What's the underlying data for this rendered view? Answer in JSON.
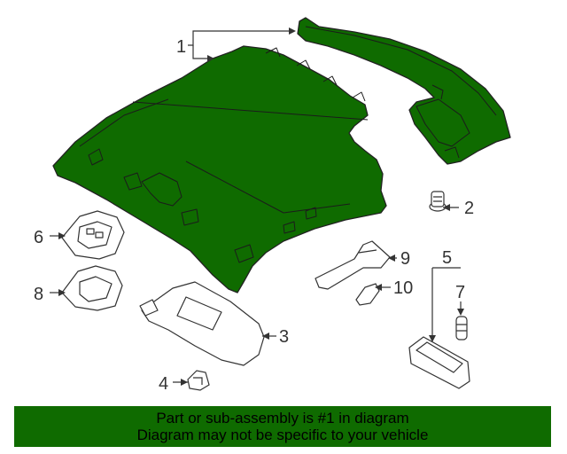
{
  "diagram": {
    "callouts": {
      "c1": "1",
      "c2": "2",
      "c3": "3",
      "c4": "4",
      "c5": "5",
      "c6": "6",
      "c7": "7",
      "c8": "8",
      "c9": "9",
      "c10": "10"
    },
    "highlight_color": "#0f6b00",
    "outline_color": "#333333"
  },
  "banner": {
    "line1": "Part or sub-assembly is #1 in diagram",
    "line2": "Diagram may not be specific to your vehicle"
  }
}
